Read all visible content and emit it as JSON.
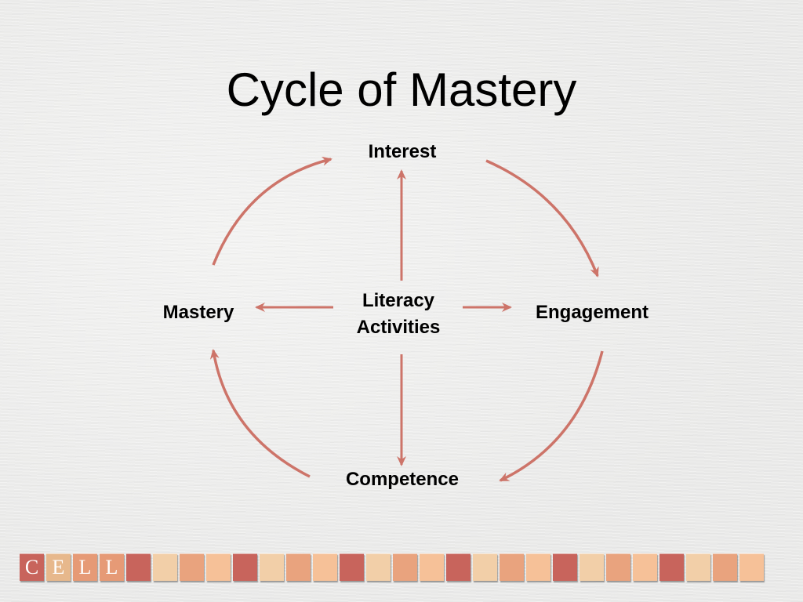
{
  "slide": {
    "title": "Cycle of Mastery"
  },
  "diagram": {
    "nodes": {
      "top": "Interest",
      "right": "Engagement",
      "bottom": "Competence",
      "left": "Mastery",
      "center_line1": "Literacy",
      "center_line2": "Activities"
    },
    "arrow_color": "#cd7469"
  },
  "footer": {
    "logo_letters": [
      "C",
      "E",
      "L",
      "L"
    ],
    "tile_colors": [
      "#c8645c",
      "#f2cfa8",
      "#e9a37e",
      "#f6c198",
      "#c8645c",
      "#f2cfa8",
      "#e9a37e",
      "#f6c198"
    ]
  }
}
